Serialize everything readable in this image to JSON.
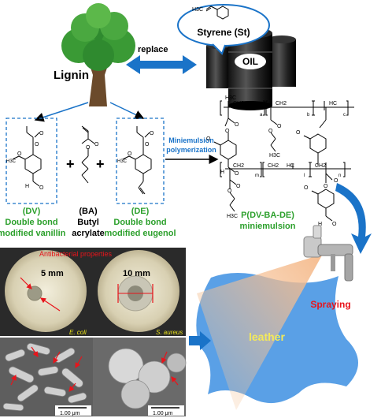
{
  "top": {
    "lignin_label": "Lignin",
    "replace_label": "replace",
    "styrene_label": "Styrene (St)",
    "oil_label": "OIL"
  },
  "monomers": {
    "dv": {
      "abbr": "(DV)",
      "line1": "Double bond",
      "line2": "modified vanillin"
    },
    "ba": {
      "abbr": "(BA)",
      "line1": "Butyl",
      "line2": "acrylate"
    },
    "de": {
      "abbr": "(DE)",
      "line1": "Double bond",
      "line2": "modified eugenol"
    },
    "plus": "+"
  },
  "reaction": {
    "line1": "Miniemulsion",
    "line2": "polymerization"
  },
  "product": {
    "name": "P(DV-BA-DE)",
    "desc": "miniemulsion"
  },
  "chem": {
    "h3c": "H3C",
    "ch2": "CH2",
    "ch": "CH",
    "hc": "HC",
    "c": "C",
    "h": "H",
    "o": "O",
    "a": "a",
    "b": "b",
    "c_sub": "c",
    "m": "m",
    "l": "l",
    "n": "n"
  },
  "process": {
    "spraying": "Spraying",
    "leather": "leather"
  },
  "antibacterial": {
    "title": "Antibacterial properties",
    "ecoli_zone": "5 mm",
    "saureus_zone": "10 mm",
    "ecoli": "E. coli",
    "saureus": "S. aureus",
    "scale1": "1.00 μm",
    "scale2": "1.00 μm"
  },
  "colors": {
    "green": "#2ca02c",
    "blue": "#1a73c8",
    "red": "#e8141b",
    "leather": "#5aa0e6"
  }
}
